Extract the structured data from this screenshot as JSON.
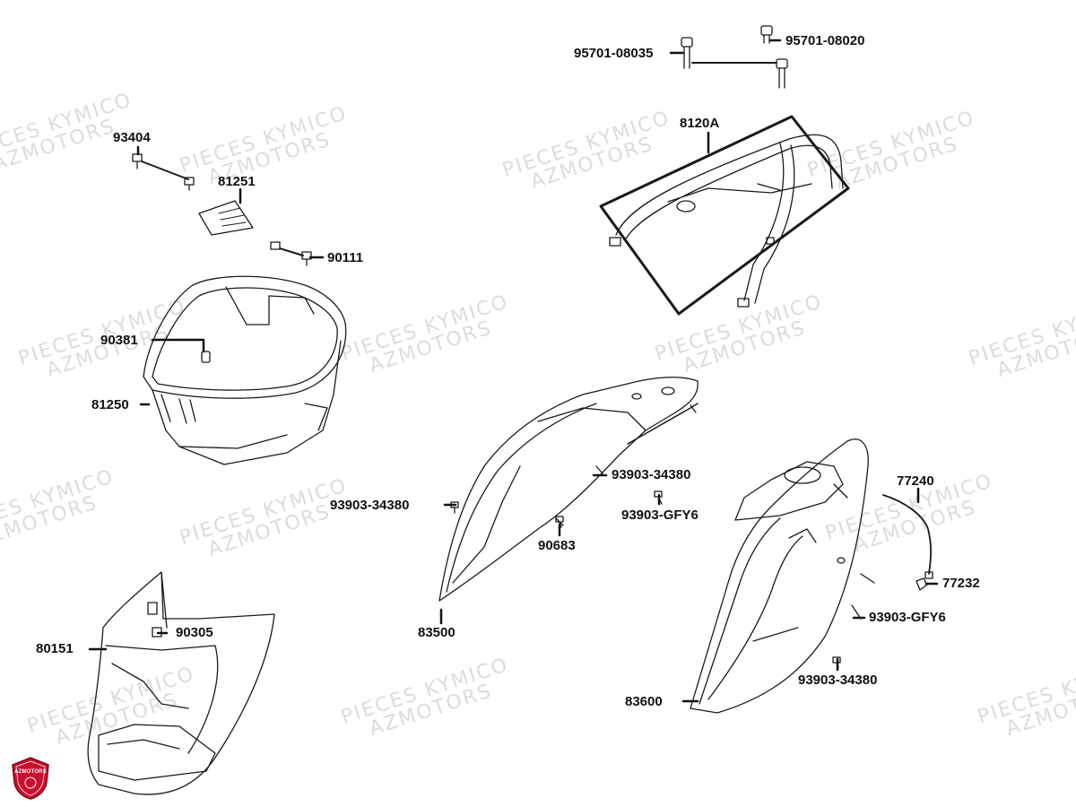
{
  "watermark": {
    "line1": "PIECES KYMICO",
    "line2": "AZMOTORS"
  },
  "logo": {
    "text": "AZMOTORS",
    "color": "#c8102e"
  },
  "labels": {
    "p95701_08035": "95701-08035",
    "p95701_08020": "95701-08020",
    "p8120A": "8120A",
    "p93404": "93404",
    "p81251": "81251",
    "p90111": "90111",
    "p90381": "90381",
    "p81250": "81250",
    "p93903_34380_a": "93903-34380",
    "p93903_34380_b": "93903-34380",
    "p93903_34380_c": "93903-34380",
    "p93903_GFY6_a": "93903-GFY6",
    "p93903_GFY6_b": "93903-GFY6",
    "p90683": "90683",
    "p77240": "77240",
    "p77232": "77232",
    "p90305": "90305",
    "p80151": "80151",
    "p83500": "83500",
    "p83600": "83600"
  }
}
